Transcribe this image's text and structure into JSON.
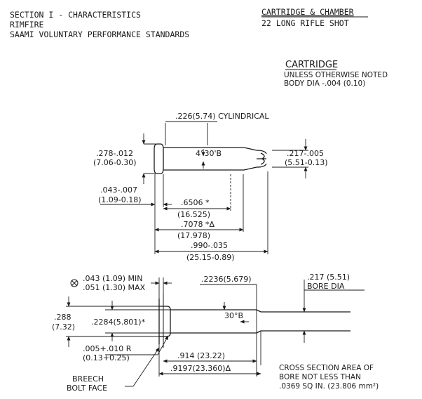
{
  "header": {
    "left_line1": "SECTION I - CHARACTERISTICS",
    "left_line2": "RIMFIRE",
    "left_line3": "SAAMI VOLUNTARY PERFORMANCE STANDARDS",
    "right_line1": "CARTRIDGE & CHAMBER",
    "right_line2": "22 LONG RIFLE SHOT"
  },
  "cartridge_heading": {
    "title": "CARTRIDGE",
    "note1": "UNLESS OTHERWISE NOTED",
    "note2": "BODY DIA -.004 (0.10)"
  },
  "cartridge_dims": {
    "cylindrical": ".226(5.74) CYLINDRICAL",
    "rim_dia_a": ".278-.012",
    "rim_dia_b": "(7.06-0.30)",
    "crimp_angle": "4°30'B",
    "mouth_dia_a": ".217-.005",
    "mouth_dia_b": "(5.51-0.13)",
    "rim_thick_a": ".043-.007",
    "rim_thick_b": "(1.09-0.18)",
    "len1_a": ".6506 *",
    "len1_b": "(16.525)",
    "len2_a": ".7078 *Δ",
    "len2_b": "(17.978)",
    "len3_a": ".990-.035",
    "len3_b": "(25.15-0.89)"
  },
  "chamber_dims": {
    "headspace_min": ".043 (1.09) MIN",
    "headspace_max": ".051 (1.30) MAX",
    "throat_dia": ".2236(5.679)",
    "bore_dia_a": ".217 (5.51)",
    "bore_dia_b": "BORE DIA",
    "rim_rec_a": ".288",
    "rim_rec_b": "(7.32)",
    "body_dia": ".2284(5.801)*",
    "angle": "30°B",
    "radius_a": ".005+.010 R",
    "radius_b": "(0.13+0.25)",
    "len1": ".914 (23.22)",
    "len2": ".9197(23.360)Δ",
    "breech_a": "BREECH",
    "breech_b": "BOLT FACE",
    "xsec1": "CROSS SECTION AREA OF",
    "xsec2": "BORE NOT LESS THAN",
    "xsec3": ".0369 SQ IN. (23.806 mm²)"
  }
}
